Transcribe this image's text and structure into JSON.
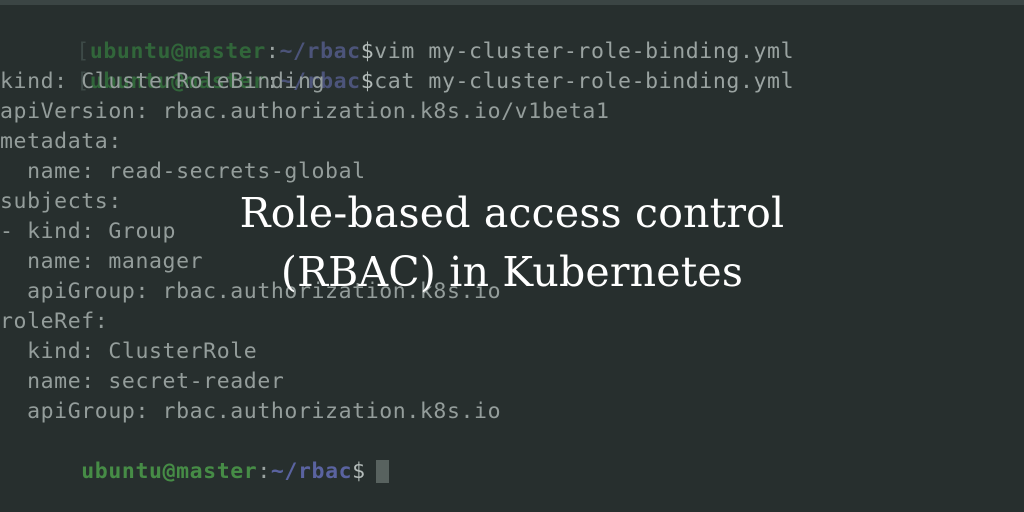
{
  "window": {
    "background_color": "#272F2E",
    "titlebar_color": "#3b4544",
    "foreground_color": "#949d9b"
  },
  "overlay": {
    "title_line_1": "Role-based access control",
    "title_line_2": "(RBAC) in Kubernetes",
    "color": "#ffffff"
  },
  "terminal": {
    "prompt": {
      "bracket": "[",
      "user_host": "ubuntu@master",
      "colon": ":",
      "path": "~/rbac",
      "dollar": "$",
      "user_color": "#31663a",
      "path_color": "#4c547a"
    },
    "lines": [
      {
        "type": "prompt",
        "command": "vim my-cluster-role-binding.yml"
      },
      {
        "type": "prompt",
        "command": "cat my-cluster-role-binding.yml"
      },
      {
        "type": "output",
        "text": "kind: ClusterRoleBinding"
      },
      {
        "type": "output",
        "text": "apiVersion: rbac.authorization.k8s.io/v1beta1"
      },
      {
        "type": "output",
        "text": "metadata:"
      },
      {
        "type": "output",
        "text": "  name: read-secrets-global"
      },
      {
        "type": "output",
        "text": "subjects:"
      },
      {
        "type": "output",
        "text": "- kind: Group"
      },
      {
        "type": "output",
        "text": "  name: manager"
      },
      {
        "type": "output",
        "text": "  apiGroup: rbac.authorization.k8s.io"
      },
      {
        "type": "output",
        "text": "roleRef:"
      },
      {
        "type": "output",
        "text": "  kind: ClusterRole"
      },
      {
        "type": "output",
        "text": "  name: secret-reader"
      },
      {
        "type": "output",
        "text": "  apiGroup: rbac.authorization.k8s.io"
      },
      {
        "type": "prompt-final",
        "command": ""
      }
    ],
    "cursor": {
      "visible": true,
      "color": "#58625f"
    }
  }
}
